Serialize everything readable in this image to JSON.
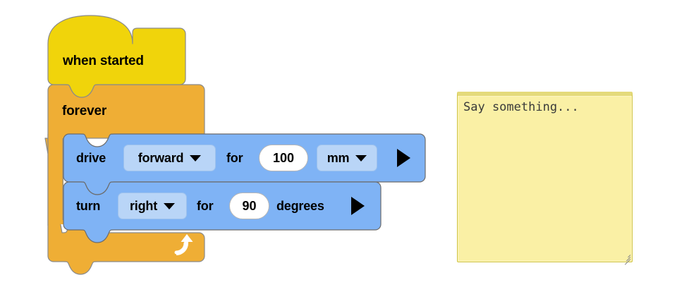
{
  "workspace": {
    "name": "block-programming-canvas",
    "background": "#ffffff"
  },
  "palette": {
    "event_yellow": "#f0d40b",
    "event_yellow_stroke": "#c9ae08",
    "control_orange": "#efae35",
    "control_orange_stroke": "#c98f24",
    "motion_blue": "#7fb3f5",
    "motion_blue_stroke": "#5d8fd0",
    "dropdown_light_blue": "#b9d5f7",
    "field_white": "#ffffff",
    "note_yellow": "#faf0a5",
    "text_black": "#000000"
  },
  "blocks": {
    "hat": {
      "type": "event-hat",
      "label": "when started"
    },
    "loop": {
      "type": "c-block",
      "label": "forever",
      "loop_icon": "loop-arrow-icon"
    },
    "drive": {
      "type": "command",
      "label": "drive",
      "direction": {
        "value": "forward",
        "icon": "chevron-down-icon"
      },
      "preposition": "for",
      "amount": "100",
      "unit": {
        "value": "mm",
        "icon": "chevron-down-icon"
      },
      "run_icon": "play-arrow-icon"
    },
    "turn": {
      "type": "command",
      "label": "turn",
      "direction": {
        "value": "right",
        "icon": "chevron-down-icon"
      },
      "preposition": "for",
      "amount": "90",
      "unit_label": "degrees",
      "run_icon": "play-arrow-icon"
    }
  },
  "note": {
    "name": "say-something-textarea",
    "value": "",
    "placeholder": "Say something...",
    "resize_handle": "resize-grip-icon"
  }
}
